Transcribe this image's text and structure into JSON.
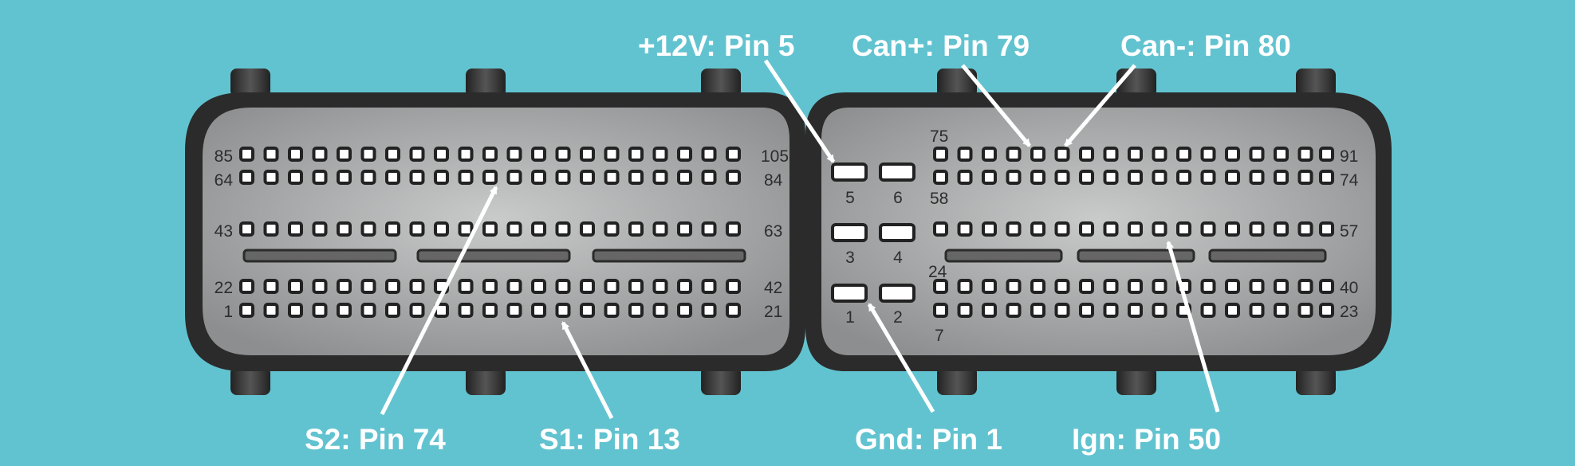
{
  "diagram": {
    "left_connector": {
      "row_labels_left": [
        "85",
        "64",
        "43",
        "22",
        "1"
      ],
      "row_labels_right": [
        "105",
        "84",
        "63",
        "42",
        "21"
      ]
    },
    "right_connector": {
      "big_pin_labels": [
        "5",
        "6",
        "3",
        "4",
        "1",
        "2"
      ],
      "pin_labels": {
        "top_start": "75",
        "row2_start": "58",
        "mid_start": "24",
        "bottom_start": "7",
        "row1_end": "91",
        "row2_end": "74",
        "row3_end": "57",
        "row4_end": "40",
        "row5_end": "23"
      }
    },
    "callouts": {
      "plus12v": "+12V: Pin 5",
      "can_plus": "Can+: Pin 79",
      "can_minus": "Can-: Pin 80",
      "s2": "S2: Pin 74",
      "s1": "S1: Pin 13",
      "gnd": "Gnd: Pin 1",
      "ign": "Ign: Pin 50"
    }
  },
  "colors": {
    "background": "#62c3d0",
    "housing": "#2d2d2d",
    "face_light": "#c7c9c9",
    "face_dark": "#8d8f90",
    "pin_fill": "#ffffff",
    "callout_text": "#ffffff"
  }
}
